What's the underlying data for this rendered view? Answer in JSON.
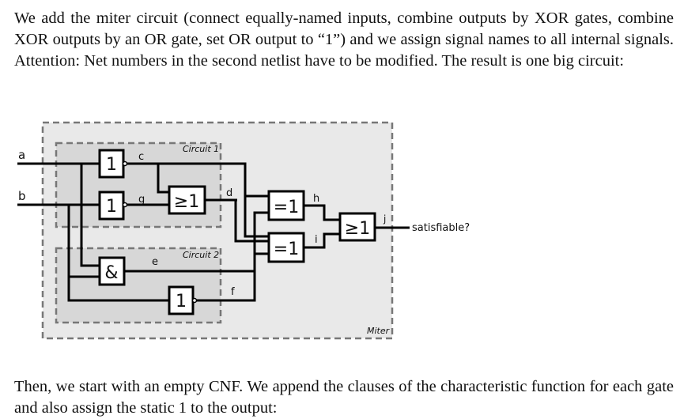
{
  "paragraphs": {
    "intro": "We add the miter circuit (connect equally-named inputs, combine outputs by XOR gates, combine XOR outputs by an OR gate, set OR output to “1”) and we assign signal names to all internal signals. Attention: Net numbers in the second netlist have to be modified. The result is one big circuit:",
    "after": "Then, we start with an empty CNF. We append the clauses of the characteristic function for each gate and also assign the static 1 to the output:"
  },
  "diagram": {
    "boxes": {
      "miter": "Miter",
      "circuit1": "Circuit 1",
      "circuit2": "Circuit 2"
    },
    "inputs": {
      "a": "a",
      "b": "b"
    },
    "signals": {
      "c": "c",
      "g": "g",
      "d": "d",
      "e": "e",
      "f": "f",
      "h": "h",
      "i": "i",
      "j": "j"
    },
    "gates": {
      "not": "1",
      "and": "&",
      "or": "≥1",
      "xor": "=1"
    },
    "output_label": "satisfiable?"
  }
}
